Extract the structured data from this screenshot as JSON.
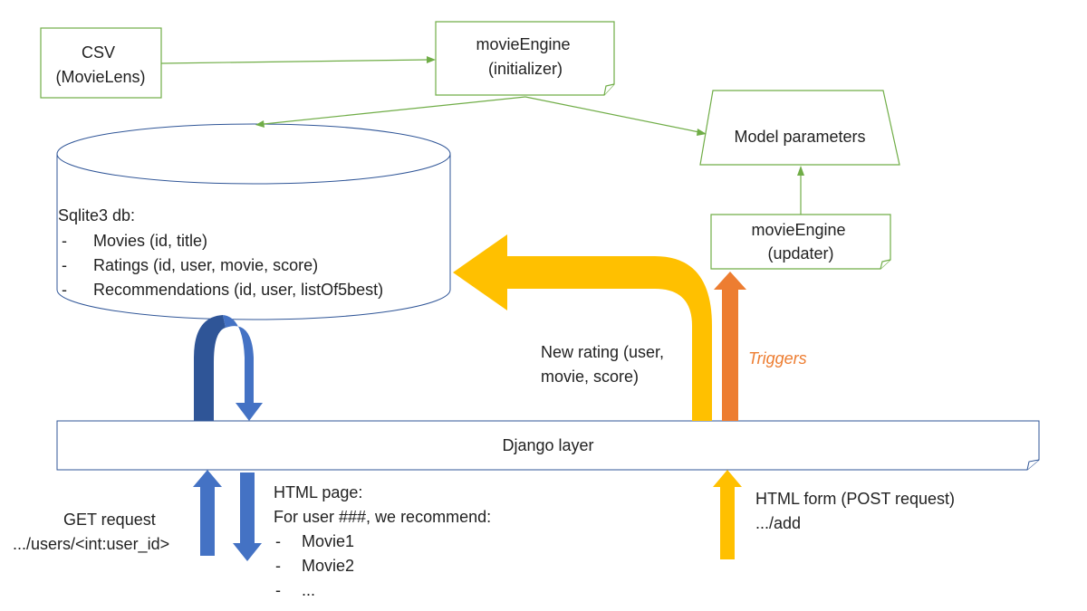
{
  "csv_box": {
    "line1": "CSV",
    "line2": "(MovieLens)"
  },
  "initializer_box": {
    "line1": "movieEngine",
    "line2": "(initializer)"
  },
  "model_params": {
    "label": "Model parameters"
  },
  "updater_box": {
    "line1": "movieEngine",
    "line2": "(updater)"
  },
  "database": {
    "title": "Sqlite3 db:",
    "items": [
      {
        "bullet": "-",
        "text": "Movies (id, title)"
      },
      {
        "bullet": "-",
        "text": "Ratings (id, user, movie, score)"
      },
      {
        "bullet": "-",
        "text": "Recommendations (id, user, listOf5best)"
      }
    ]
  },
  "new_rating": {
    "line1": "New rating (user,",
    "line2": "movie, score)"
  },
  "triggers": {
    "label": "Triggers"
  },
  "django": {
    "label": "Django layer"
  },
  "get_request": {
    "line1": "GET request",
    "line2": ".../users/<int:user_id>"
  },
  "html_page": {
    "line1": "HTML page:",
    "line2": "For user ###, we recommend:",
    "items": [
      {
        "bullet": "-",
        "text": "Movie1"
      },
      {
        "bullet": "-",
        "text": "Movie2"
      },
      {
        "bullet": "-",
        "text": "..."
      }
    ]
  },
  "html_form": {
    "line1": "HTML form (POST request)",
    "line2": ".../add"
  },
  "colors": {
    "green": "#70ad47",
    "blue": "#4472c4",
    "dark_blue": "#2f5597",
    "yellow": "#ffc000",
    "orange": "#ed7d31"
  }
}
